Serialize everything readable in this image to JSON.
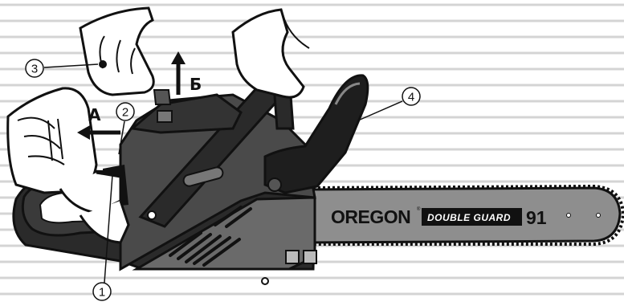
{
  "callouts": [
    {
      "id": "1",
      "label": "1"
    },
    {
      "id": "2",
      "label": "2"
    },
    {
      "id": "3",
      "label": "3"
    },
    {
      "id": "4",
      "label": "4"
    }
  ],
  "arrows": {
    "a": {
      "label": "А"
    },
    "b": {
      "label": "Б"
    }
  },
  "bar_branding": {
    "brand": "OREGON",
    "model": "DOUBLE GUARD",
    "number": "91",
    "reg_mark": "®"
  },
  "colors": {
    "line": "#111111",
    "background_stripes": "#d0d0d0",
    "body_dark": "#2a2a2a",
    "body_mid": "#5a5a5a",
    "bar": "#8e8e8e",
    "skin": "#ffffff"
  }
}
